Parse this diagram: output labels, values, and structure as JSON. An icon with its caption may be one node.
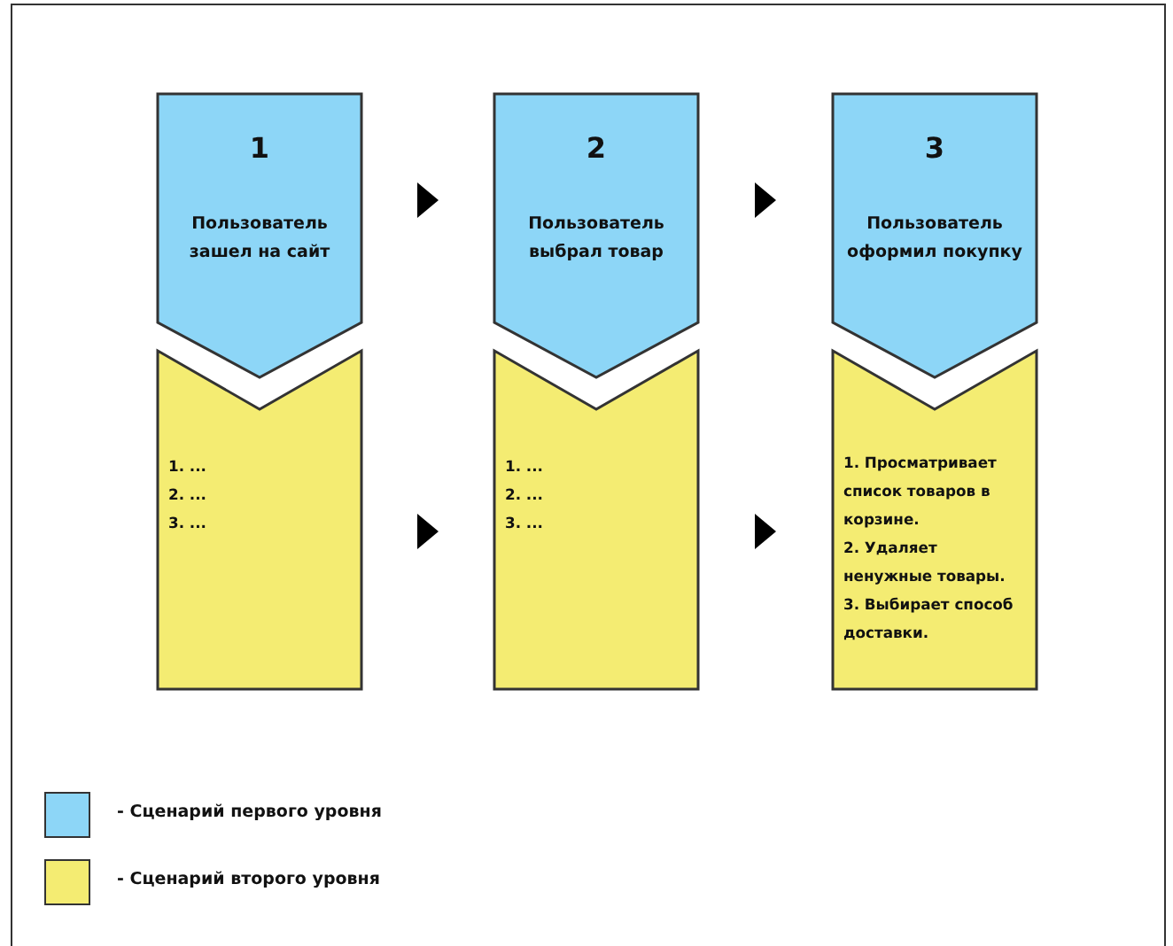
{
  "diagram": {
    "nodes": [
      {
        "text": [
          "1",
          "Пользователь зашел на сайт"
        ]
      },
      {
        "text": [
          "2",
          "Пользователь выбрал товар"
        ]
      },
      {
        "text": [
          "3",
          "Пользователь оформил покупку"
        ]
      },
      {
        "text": [
          "1. ...",
          "2. ...",
          "3. ..."
        ]
      },
      {
        "text": [
          "1. ...",
          "2. ...",
          "3. ..."
        ]
      },
      {
        "text": [
          "1. Просматривает список товаров в корзине.",
          "2. Удаляет ненужные товары.",
          "3. Выбирает способ доставки."
        ]
      }
    ],
    "edges": [
      {
        "from": 0,
        "to": 1,
        "arrow": "to"
      },
      {
        "from": 1,
        "to": 2,
        "arrow": "to"
      },
      {
        "from": 3,
        "to": 4,
        "arrow": "to"
      },
      {
        "from": 4,
        "to": 5,
        "arrow": "to"
      }
    ],
    "legend": [
      {
        "text": "- Сценарий первого уровня",
        "color": "#8dd6f7"
      },
      {
        "text": "- Сценарий второго уровня",
        "color": "#f4ec72"
      }
    ]
  }
}
